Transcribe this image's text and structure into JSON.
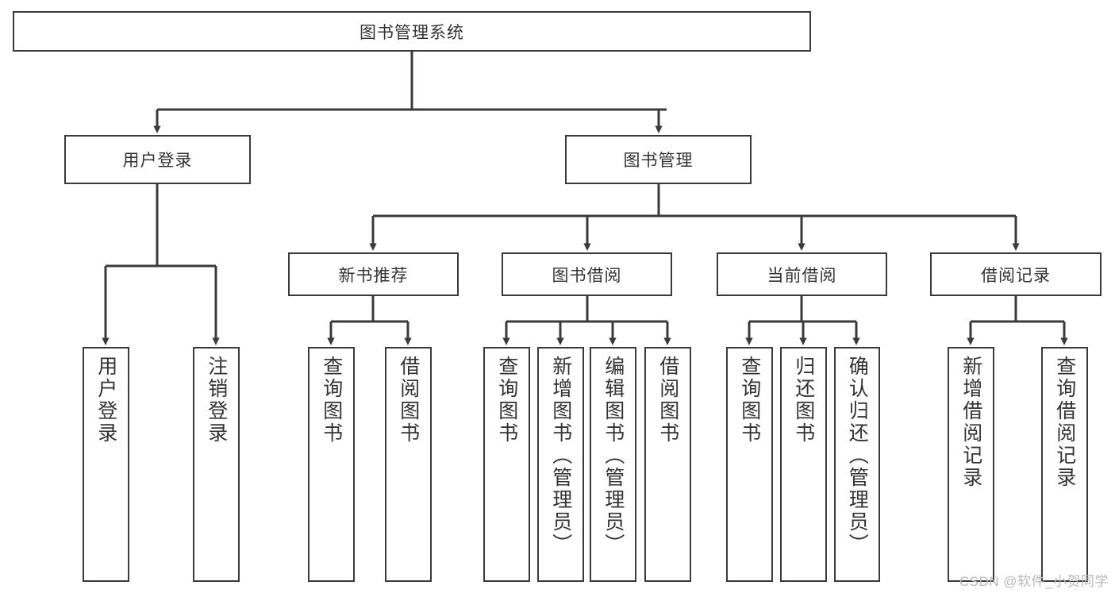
{
  "diagram": {
    "title": "图书管理系统",
    "type": "tree-hierarchy",
    "watermark": "CSDN @软件_小贺同学",
    "colors": {
      "background": "#ffffff",
      "box_stroke": "#3a3a3a",
      "box_fill": "#ffffff",
      "text": "#333333",
      "edge": "#3a3a3a",
      "watermark": "#b9b9b9"
    },
    "root": {
      "label": "图书管理系统"
    },
    "level1": [
      {
        "label": "用户登录"
      },
      {
        "label": "图书管理"
      }
    ],
    "level2": [
      {
        "label": "新书推荐"
      },
      {
        "label": "图书借阅"
      },
      {
        "label": "当前借阅"
      },
      {
        "label": "借阅记录"
      }
    ],
    "leaves": {
      "user_login": [
        {
          "label": "用户登录"
        },
        {
          "label": "注销登录"
        }
      ],
      "new_book_recommend": [
        {
          "label": "查询图书"
        },
        {
          "label": "借阅图书"
        }
      ],
      "book_borrow": [
        {
          "label": "查询图书"
        },
        {
          "label": "新增图书（管理员）"
        },
        {
          "label": "编辑图书（管理员）"
        },
        {
          "label": "借阅图书"
        }
      ],
      "current_borrow": [
        {
          "label": "查询图书"
        },
        {
          "label": "归还图书"
        },
        {
          "label": "确认归还（管理员）"
        }
      ],
      "borrow_record": [
        {
          "label": "新增借阅记录"
        },
        {
          "label": "查询借阅记录"
        }
      ]
    }
  }
}
